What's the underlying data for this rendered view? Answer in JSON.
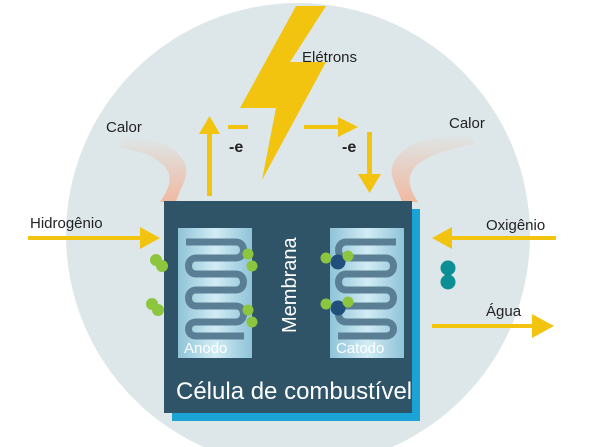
{
  "labels": {
    "electrons": "Elétrons",
    "heat_left": "Calor",
    "heat_right": "Calor",
    "electron_left": "-e",
    "electron_right": "-e",
    "hydrogen": "Hidrogênio",
    "oxygen": "Oxigênio",
    "water": "Água",
    "membrane": "Membrana",
    "anode": "Anodo",
    "cathode": "Catodo",
    "cell": "Célula de combustível"
  },
  "colors": {
    "background_circle": "#dde7e9",
    "cell_body": "#2f5468",
    "cell_shadow": "#1aa3d4",
    "electrode_panel": "#a9d3e3",
    "serpentine": "#5a7f95",
    "arrow": "#f2c30f",
    "lightning": "#f2c30f",
    "heat_wisp": "#f1b79d",
    "hydrogen_atom": "#8cc63f",
    "oxygen_atom": "#1f4f7a",
    "water_atom": "#0b8f94"
  },
  "icons": [
    "lightning-bolt-icon",
    "heat-wisp-icon",
    "hydrogen-molecule-icon",
    "oxygen-molecule-icon",
    "water-molecule-icon"
  ]
}
